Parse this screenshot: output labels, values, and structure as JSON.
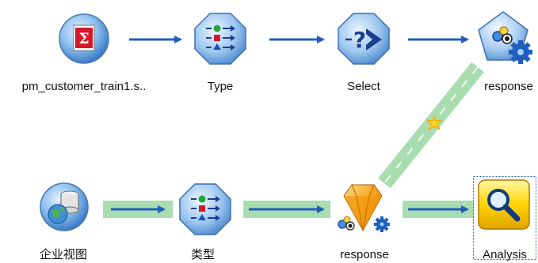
{
  "canvas": {
    "background": "#ffffff",
    "arrow_color": "#1f5fbf",
    "highlight_color": "#a8ddb0"
  },
  "nodes": [
    {
      "id": "source",
      "label": "pm_customer_train1.s..",
      "icon": "statistics-file-icon"
    },
    {
      "id": "type1",
      "label": "Type",
      "icon": "type-node-icon"
    },
    {
      "id": "select",
      "label": "Select",
      "icon": "select-node-icon"
    },
    {
      "id": "model1",
      "label": "response",
      "icon": "model-builder-icon"
    },
    {
      "id": "dbview",
      "label": "企业视图",
      "icon": "enterprise-view-icon"
    },
    {
      "id": "type2",
      "label": "类型",
      "icon": "type-node-icon"
    },
    {
      "id": "nugget",
      "label": "response",
      "icon": "model-nugget-icon"
    },
    {
      "id": "analysis",
      "label": "Analysis",
      "icon": "analysis-node-icon"
    }
  ]
}
